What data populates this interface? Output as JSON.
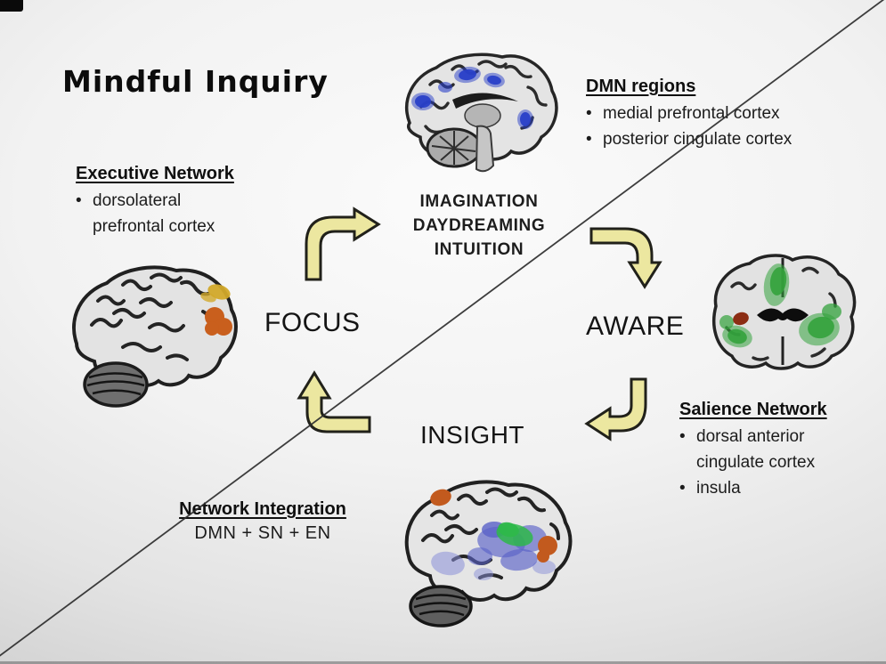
{
  "slide": {
    "title": "Mindful Inquiry",
    "cycle": {
      "focus": "FOCUS",
      "aware": "AWARE",
      "insight": "INSIGHT",
      "imagination": [
        "IMAGINATION",
        "DAYDREAMING",
        "INTUITION"
      ]
    },
    "dmn": {
      "heading": "DMN regions",
      "bullets": [
        "medial prefrontal cortex",
        "posterior cingulate cortex"
      ]
    },
    "executive": {
      "heading": "Executive Network",
      "bullets": [
        "dorsolateral prefrontal cortex"
      ]
    },
    "salience": {
      "heading": "Salience Network",
      "bullets": [
        "dorsal anterior cingulate cortex",
        "insula"
      ]
    },
    "integration": {
      "heading": "Network Integration",
      "formula": "DMN + SN + EN"
    },
    "icons": {
      "dmn_brain": "sagittal-brain-blue-activations",
      "executive_brain": "sagittal-brain-orange-activations",
      "salience_brain": "coronal-brain-green-activations",
      "integration_brain": "sagittal-brain-multicolor-activations",
      "arrows": "pale-yellow-curved-cycle-arrows",
      "strike": "diagonal-strikethrough-line"
    },
    "colors": {
      "arrow_fill": "#ece7a0",
      "arrow_outline": "#21211a",
      "dmn_activation": "#2940c8",
      "executive_activation_orange": "#c95f1d",
      "executive_activation_yellow": "#d2a92a",
      "salience_activation": "#33a23c",
      "salience_spot_red": "#8c2d14",
      "integration_blue": "#5a62c8",
      "integration_light_blue": "#8a90d8",
      "integration_green": "#2eb84a",
      "integration_orange": "#c25a1e",
      "background_gray": "#d9d9d9",
      "text_color": "#1a1a1a"
    }
  }
}
